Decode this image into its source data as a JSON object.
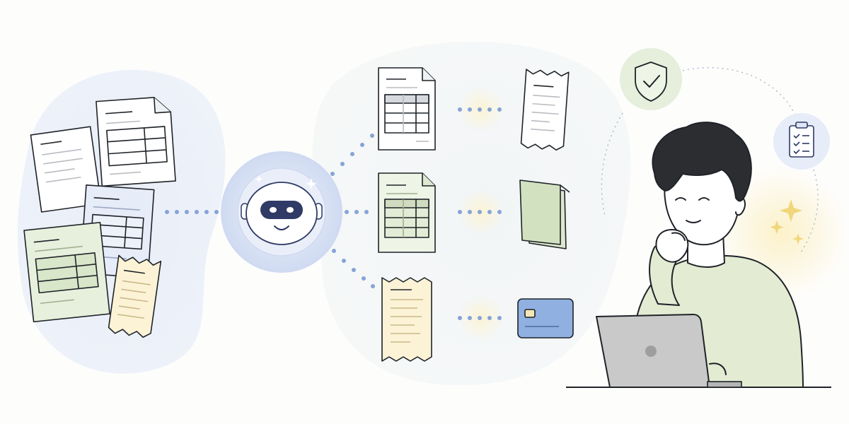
{
  "scene": {
    "source_documents": [
      "invoice",
      "invoice",
      "invoice",
      "invoice",
      "receipt"
    ],
    "assistant": "robot-assistant",
    "outputs": [
      {
        "input": "invoice",
        "result": "receipt"
      },
      {
        "input": "invoice",
        "result": "document-folder"
      },
      {
        "input": "receipt",
        "result": "credit-card"
      }
    ],
    "user": "person-with-laptop",
    "badges": [
      "shield-check",
      "clipboard-checklist"
    ]
  },
  "colors": {
    "ink": "#1f2328",
    "robot_navy": "#2f3a66",
    "dots_blue": "#86a3d6",
    "paper_green": "#e7f0dd",
    "paper_blue": "#e6ecf8",
    "paper_yellow": "#fcf3d6",
    "card_blue": "#8fb0e0",
    "sweater_green": "#e3ecd3",
    "laptop_gray": "#c9c9c9"
  }
}
